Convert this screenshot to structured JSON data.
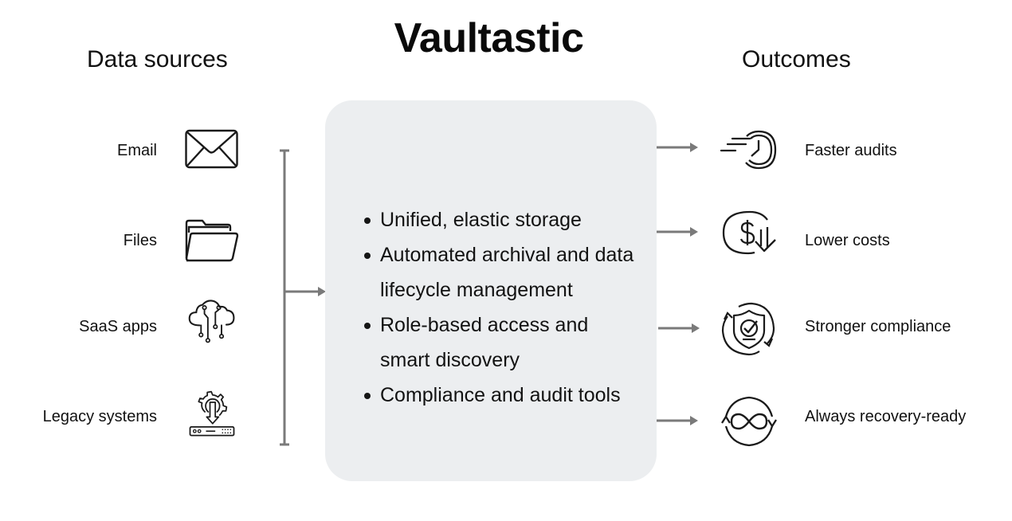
{
  "title": "Vaultastic",
  "data_sources": {
    "heading": "Data sources",
    "items": [
      {
        "label": "Email",
        "icon": "envelope-icon"
      },
      {
        "label": "Files",
        "icon": "folder-icon"
      },
      {
        "label": "SaaS apps",
        "icon": "cloud-circuit-icon"
      },
      {
        "label": "Legacy systems",
        "icon": "gear-server-download-icon"
      }
    ]
  },
  "platform": {
    "features": [
      "Unified, elastic storage",
      "Automated archival and data lifecycle management",
      "Role-based access and smart discovery",
      "Compliance and audit tools"
    ]
  },
  "outcomes": {
    "heading": "Outcomes",
    "items": [
      {
        "label": "Faster audits",
        "icon": "fast-clock-icon"
      },
      {
        "label": "Lower costs",
        "icon": "dollar-down-icon"
      },
      {
        "label": "Stronger compliance",
        "icon": "shield-check-cycle-icon"
      },
      {
        "label": "Always recovery-ready",
        "icon": "infinity-cycle-icon"
      }
    ]
  },
  "colors": {
    "connector": "#7a7a7a",
    "box": "#eceef0",
    "text": "#111111"
  }
}
